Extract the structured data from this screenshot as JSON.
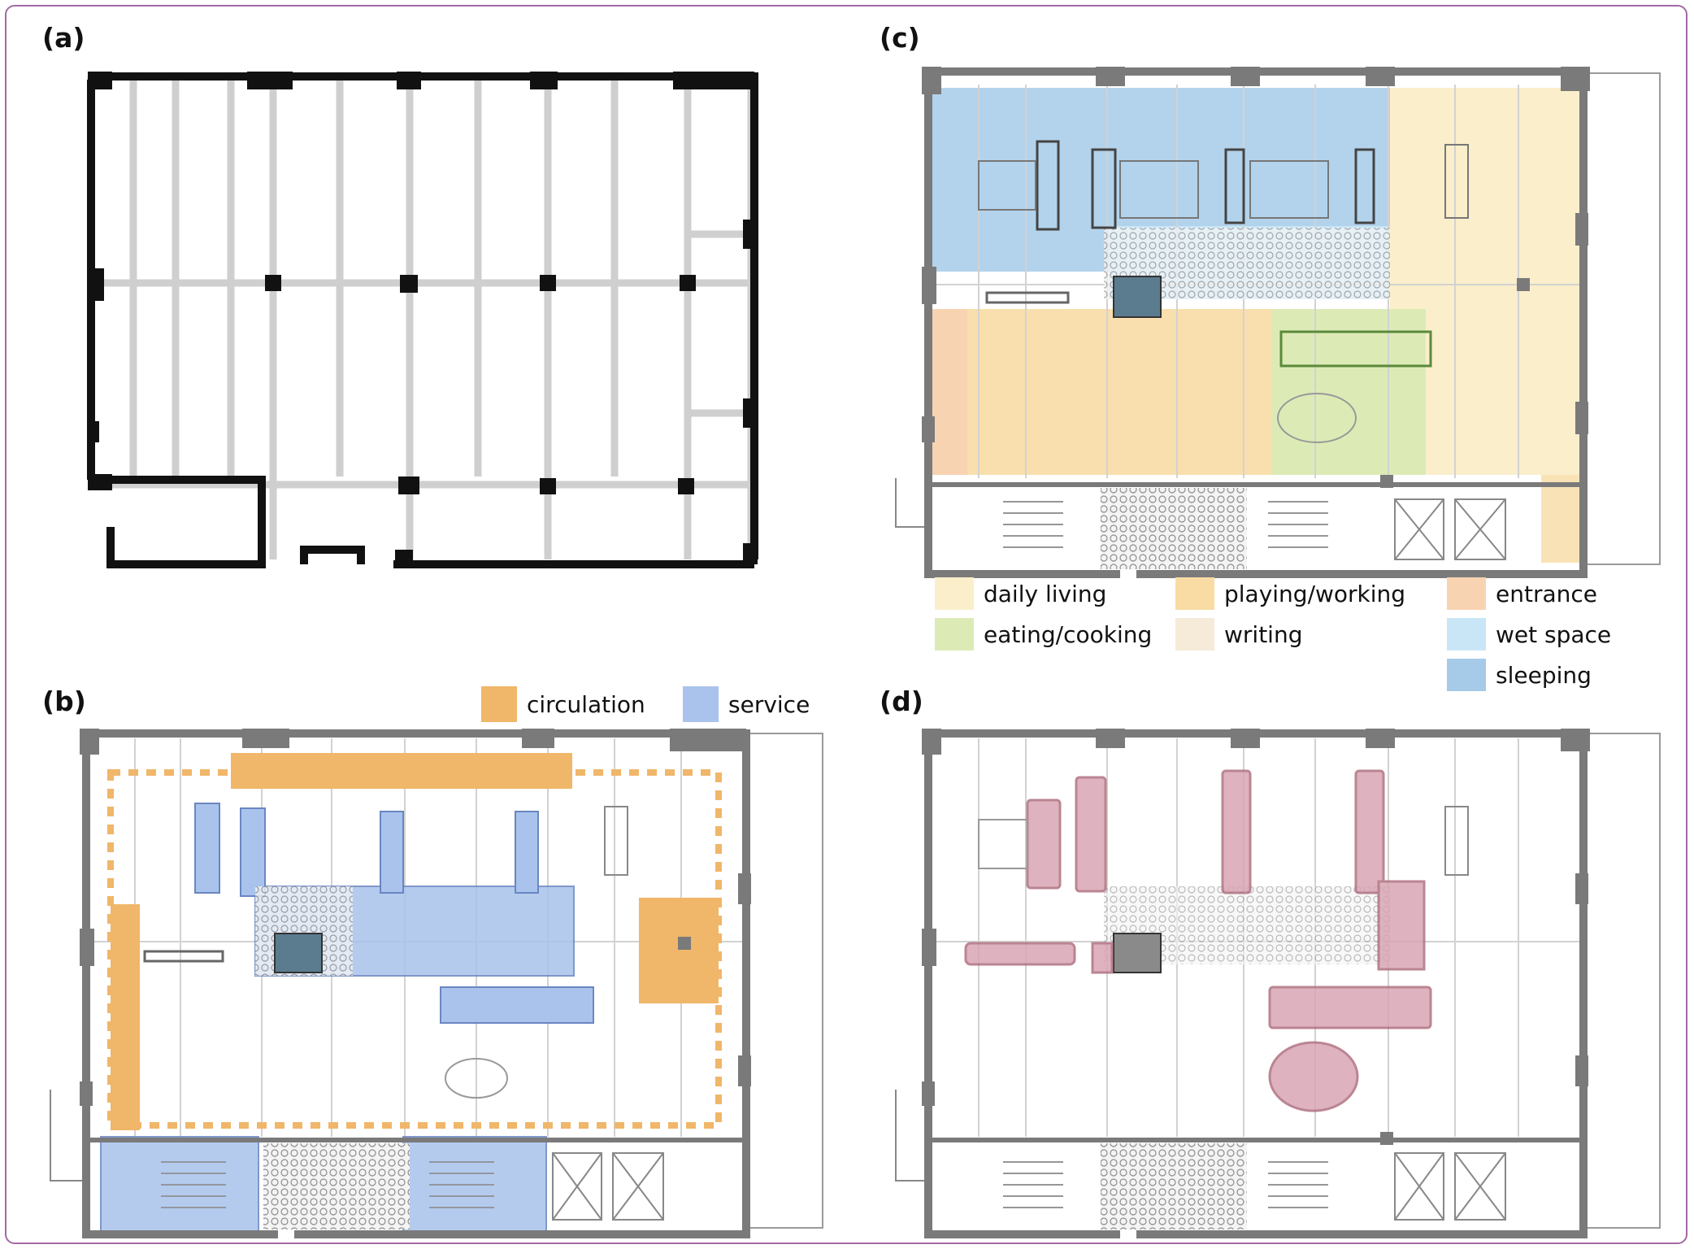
{
  "panels": {
    "a": {
      "label": "(a)"
    },
    "b": {
      "label": "(b)"
    },
    "c": {
      "label": "(c)"
    },
    "d": {
      "label": "(d)"
    }
  },
  "legend_b": [
    {
      "label": "circulation",
      "color": "#f0b66a"
    },
    {
      "label": "service",
      "color": "#a9c3ec"
    }
  ],
  "legend_c": [
    {
      "label": "daily living",
      "color": "#fbeecb"
    },
    {
      "label": "playing/working",
      "color": "#f8dca4"
    },
    {
      "label": "entrance",
      "color": "#f8d3b2"
    },
    {
      "label": "eating/cooking",
      "color": "#dcebb6"
    },
    {
      "label": "writing",
      "color": "#f6ead9"
    },
    {
      "label": "wet space",
      "color": "#c9e6f7"
    },
    {
      "label": "sleeping",
      "color": "#a6cbe9"
    }
  ],
  "colors": {
    "structure": "#111111",
    "wall": "#7a7a7a",
    "grid": "#cfcfcf",
    "highlight_furniture": "#d9a5b4",
    "frame": "#a26aa4"
  }
}
